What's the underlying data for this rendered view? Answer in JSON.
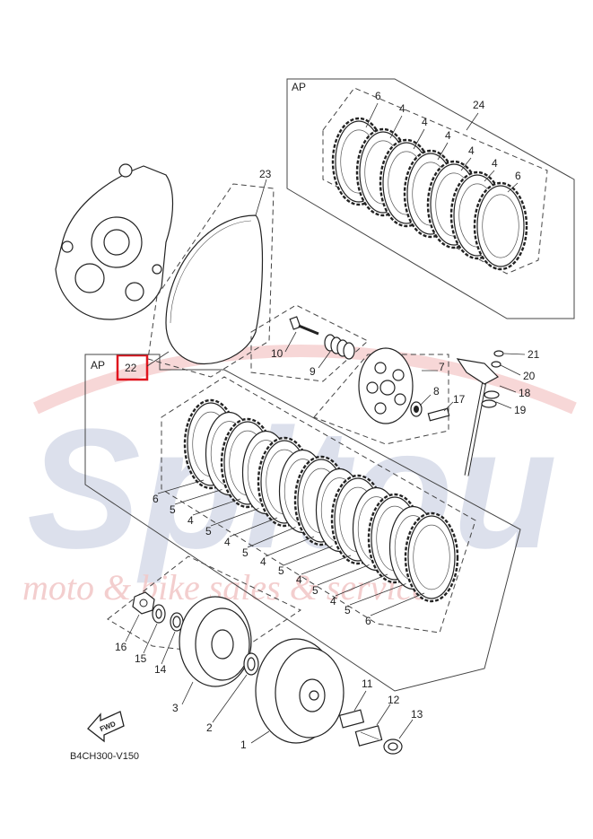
{
  "watermark": {
    "brand": "Spitou",
    "tagline": "moto & bike sales & service"
  },
  "diagram_code": "B4CH300-V150",
  "ap_labels": [
    "AP",
    "AP"
  ],
  "fwd_label": "FWD",
  "highlight_label": "22",
  "callouts": {
    "upper_kit": [
      "24",
      "6",
      "4",
      "4",
      "4",
      "4",
      "4",
      "6"
    ],
    "gasket": "23",
    "bolt": "10",
    "spring": "9",
    "plate": "7",
    "bearing": "8",
    "push_rod": "17",
    "washer_small": "21",
    "washer_mid": "20",
    "lever": "18",
    "shaft_spring": "19",
    "stack": [
      "6",
      "5",
      "4",
      "5",
      "4",
      "5",
      "4",
      "5",
      "4",
      "5",
      "4",
      "5",
      "6"
    ],
    "nut": "16",
    "lock_washer": "15",
    "thrust_washer": "14",
    "boss": "3",
    "thrust_plate": "2",
    "housing": "1",
    "spacer": "11",
    "needle_bearing": "12",
    "washer_end": "13"
  }
}
